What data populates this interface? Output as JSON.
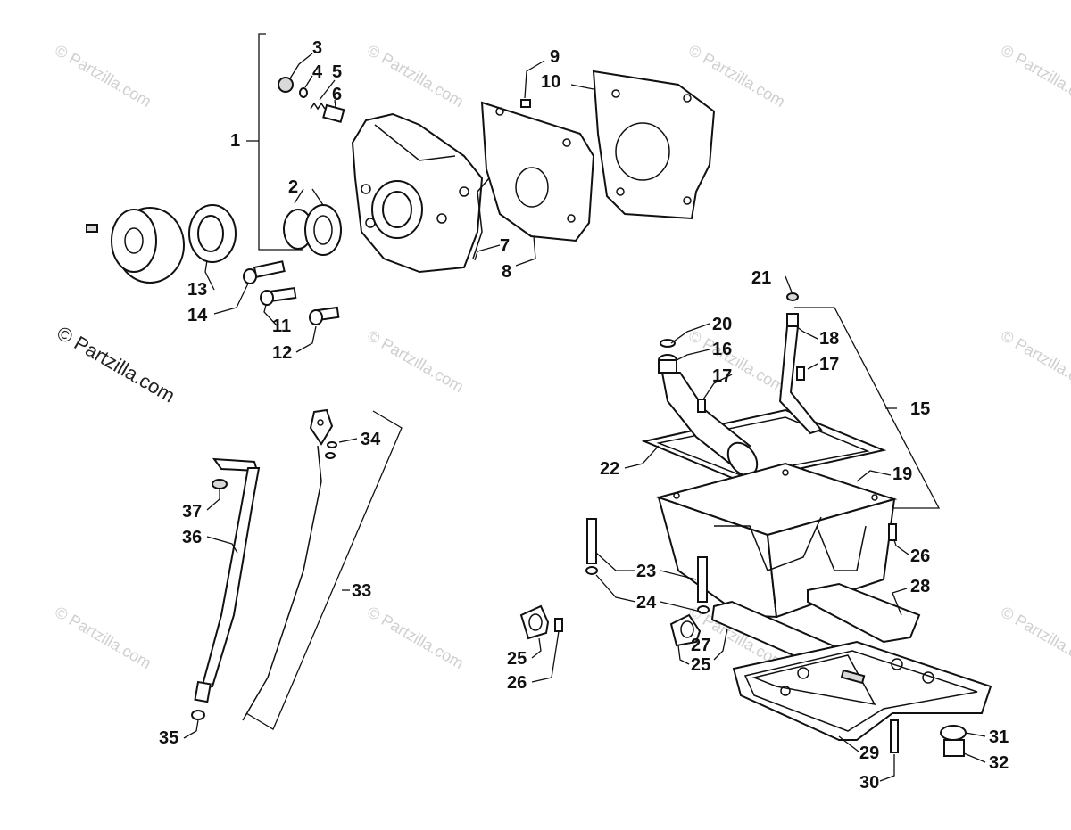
{
  "watermark": {
    "main_text": "© Partzilla.com",
    "repeat_text": "© Partzilla.com"
  },
  "callouts": [
    {
      "id": "1",
      "label": "1"
    },
    {
      "id": "2",
      "label": "2"
    },
    {
      "id": "3",
      "label": "3"
    },
    {
      "id": "4",
      "label": "4"
    },
    {
      "id": "5",
      "label": "5"
    },
    {
      "id": "6",
      "label": "6"
    },
    {
      "id": "7",
      "label": "7"
    },
    {
      "id": "8",
      "label": "8"
    },
    {
      "id": "9",
      "label": "9"
    },
    {
      "id": "10",
      "label": "10"
    },
    {
      "id": "11",
      "label": "11"
    },
    {
      "id": "12",
      "label": "12"
    },
    {
      "id": "13",
      "label": "13"
    },
    {
      "id": "14",
      "label": "14"
    },
    {
      "id": "15",
      "label": "15"
    },
    {
      "id": "16",
      "label": "16"
    },
    {
      "id": "17a",
      "label": "17"
    },
    {
      "id": "17b",
      "label": "17"
    },
    {
      "id": "18",
      "label": "18"
    },
    {
      "id": "19",
      "label": "19"
    },
    {
      "id": "20",
      "label": "20"
    },
    {
      "id": "21",
      "label": "21"
    },
    {
      "id": "22",
      "label": "22"
    },
    {
      "id": "23",
      "label": "23"
    },
    {
      "id": "24",
      "label": "24"
    },
    {
      "id": "25a",
      "label": "25"
    },
    {
      "id": "25b",
      "label": "25"
    },
    {
      "id": "26a",
      "label": "26"
    },
    {
      "id": "26b",
      "label": "26"
    },
    {
      "id": "27",
      "label": "27"
    },
    {
      "id": "28",
      "label": "28"
    },
    {
      "id": "29",
      "label": "29"
    },
    {
      "id": "30",
      "label": "30"
    },
    {
      "id": "31",
      "label": "31"
    },
    {
      "id": "32",
      "label": "32"
    },
    {
      "id": "33",
      "label": "33"
    },
    {
      "id": "34",
      "label": "34"
    },
    {
      "id": "35",
      "label": "35"
    },
    {
      "id": "36",
      "label": "36"
    },
    {
      "id": "37",
      "label": "37"
    }
  ]
}
